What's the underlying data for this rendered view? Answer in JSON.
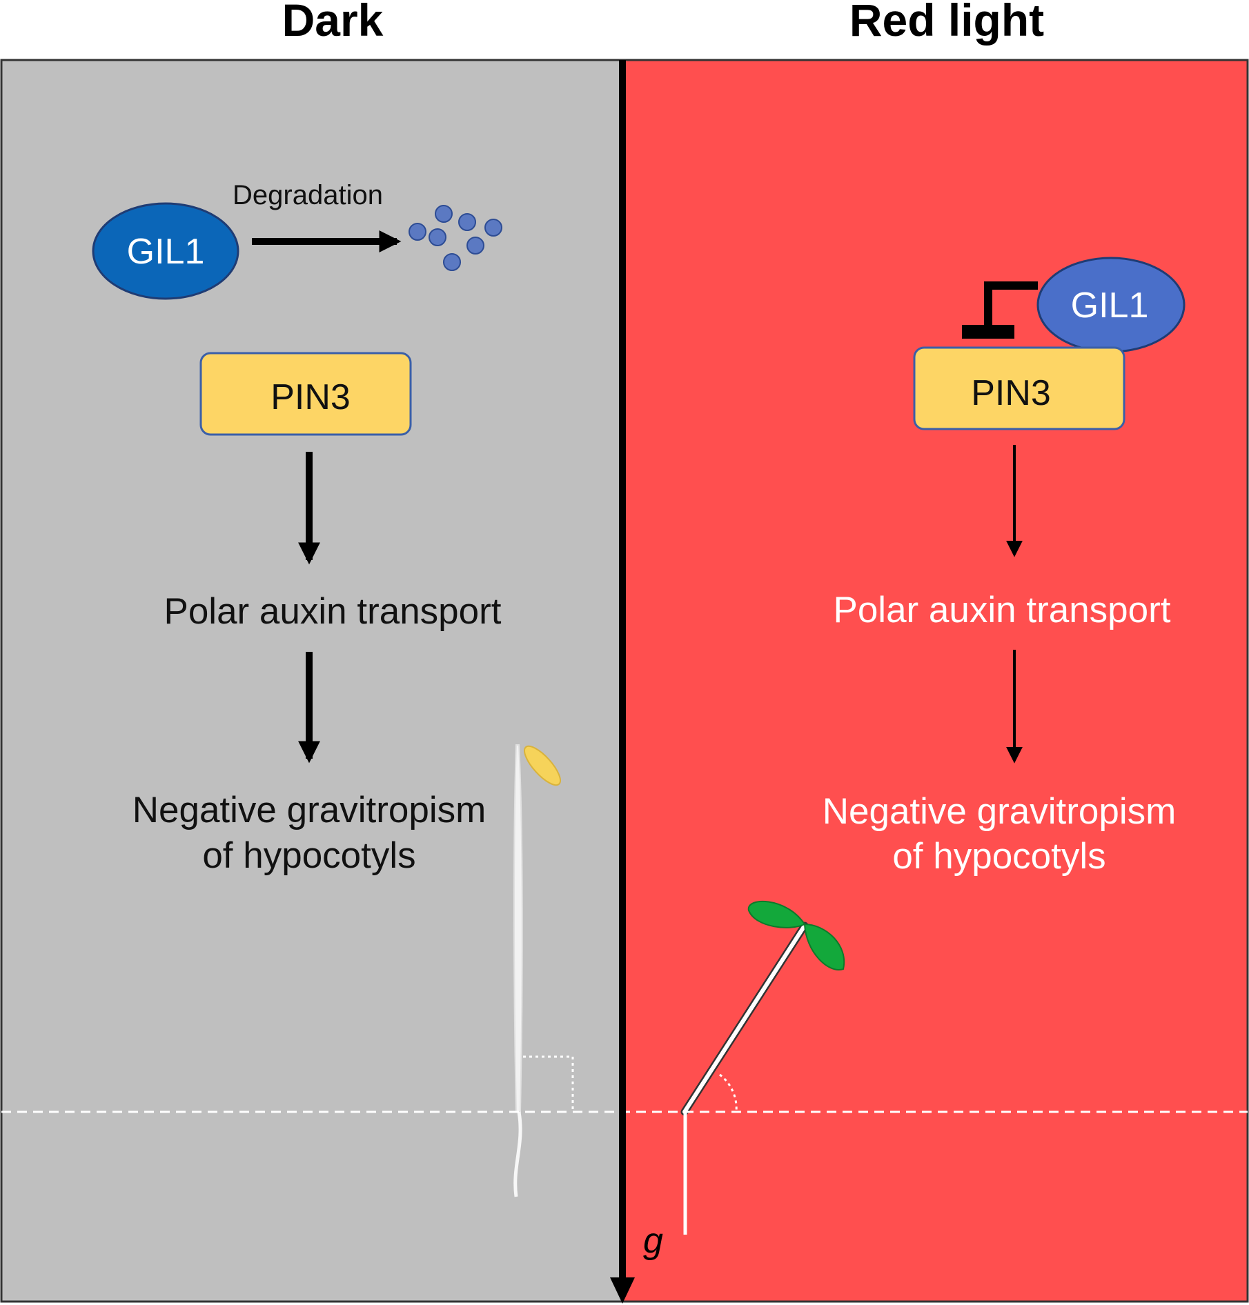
{
  "panels": {
    "dark": {
      "title": "Dark",
      "bg_color": "#bfbfbf",
      "gil1_label": "GIL1",
      "gil1_color": "#0b66b8",
      "degradation_label": "Degradation",
      "pin3_label": "PIN3",
      "step1": "Polar auxin transport",
      "step2_line1": "Negative gravitropism",
      "step2_line2": "of hypocotyls"
    },
    "red": {
      "title": "Red light",
      "bg_color": "#ff4f4f",
      "gil1_label": "GIL1",
      "gil1_color": "#4a6fc9",
      "pin3_label": "PIN3",
      "step1": "Polar auxin transport",
      "step2_line1": "Negative gravitropism",
      "step2_line2": "of hypocotyls"
    }
  },
  "gravity_label": "g",
  "colors": {
    "pin3_fill": "#fdd565",
    "pin3_stroke": "#3a5fa8",
    "fragment": "#5b79c2",
    "leaf_dark": "#f6d35a",
    "leaf_light": "#13a83b"
  }
}
